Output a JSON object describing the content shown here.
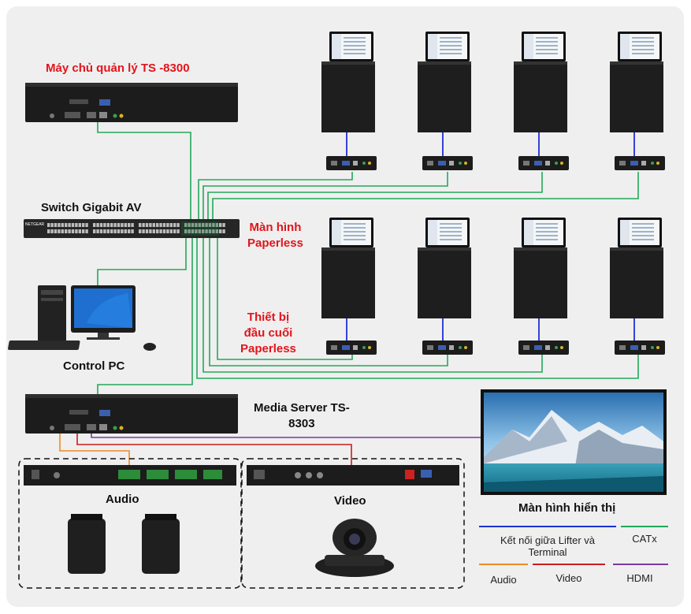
{
  "labels": {
    "management_server": "Máy chủ quản lý TS -8300",
    "switch": "Switch Gigabit AV",
    "paperless_screen_line1": "Màn hình",
    "paperless_screen_line2": "Paperless",
    "terminal_line1": "Thiết bị",
    "terminal_line2": "đầu cuối",
    "terminal_line3": "Paperless",
    "control_pc": "Control PC",
    "media_server_line1": "Media Server TS-",
    "media_server_line2": "8303",
    "audio": "Audio",
    "video": "Video",
    "display": "Màn hình hiển thị",
    "switch_brand": "NETGEAR"
  },
  "legend": [
    {
      "label": "Kết nối giữa Lifter và Terminal",
      "color": "#1f2fd6"
    },
    {
      "label": "CATx",
      "color": "#23a85a"
    },
    {
      "label": "Audio",
      "color": "#f08a24"
    },
    {
      "label": "Video",
      "color": "#cc1c1c"
    },
    {
      "label": "HDMI",
      "color": "#7a3a9e"
    }
  ],
  "colors": {
    "catx": "#23a85a",
    "lifter": "#1f2fd6",
    "audio": "#f08a24",
    "video": "#cc1c1c",
    "hdmi": "#7a3a9e",
    "device": "#1b1b1b"
  }
}
